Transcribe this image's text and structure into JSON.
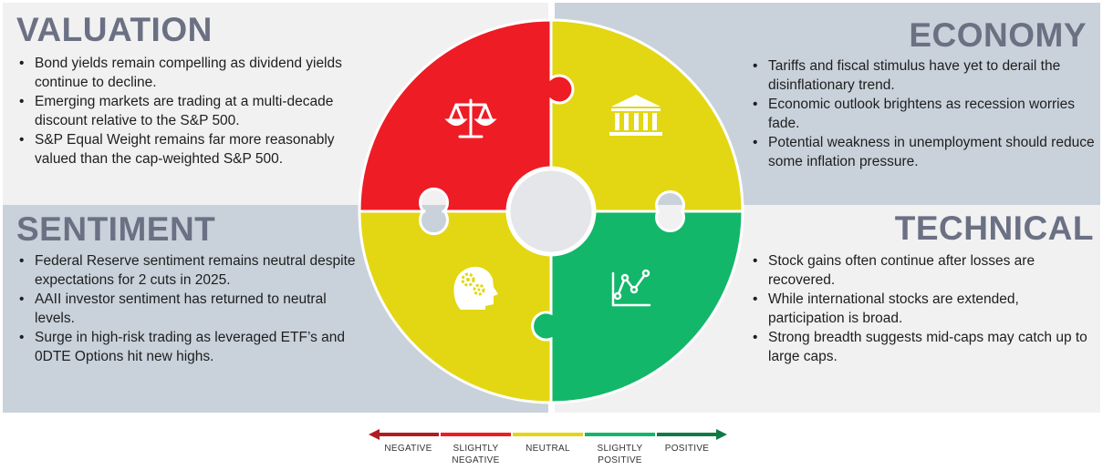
{
  "quadrants": {
    "valuation": {
      "title": "VALUATION",
      "bullets": [
        "Bond yields remain compelling as dividend yields continue to decline.",
        "Emerging markets are trading at a multi-decade discount relative to the S&P 500.",
        "S&P Equal Weight remains far more reasonably valued than the cap-weighted S&P 500."
      ],
      "status_color": "#ee1c25",
      "icon": "scales-icon"
    },
    "economy": {
      "title": "ECONOMY",
      "bullets": [
        "Tariffs and fiscal stimulus have yet to derail the disinflationary trend.",
        "Economic outlook brightens as recession worries fade.",
        "Potential weakness in unemployment should reduce some inflation pressure."
      ],
      "status_color": "#e2d712",
      "icon": "bank-icon"
    },
    "sentiment": {
      "title": "SENTIMENT",
      "bullets": [
        "Federal Reserve sentiment remains neutral despite expectations for 2 cuts in 2025.",
        "AAII investor sentiment has returned to neutral levels.",
        "Surge in high-risk trading as leveraged ETF’s and 0DTE Options hit new highs."
      ],
      "status_color": "#e2d712",
      "icon": "head-gears-icon"
    },
    "technical": {
      "title": "TECHNICAL",
      "bullets": [
        "Stock gains often continue after losses are recovered.",
        "While international stocks are extended, participation is broad.",
        "Strong breadth suggests mid-caps may catch up to large caps."
      ],
      "status_color": "#12b76a",
      "icon": "line-chart-icon"
    }
  },
  "legend": {
    "items": [
      {
        "label": "NEGATIVE",
        "color": "#b01c22"
      },
      {
        "label": "SLIGHTLY NEGATIVE",
        "color": "#ee1c25"
      },
      {
        "label": "NEUTRAL",
        "color": "#e2d712"
      },
      {
        "label": "SLIGHTLY POSITIVE",
        "color": "#12b76a"
      },
      {
        "label": "POSITIVE",
        "color": "#0f7a45"
      }
    ]
  }
}
